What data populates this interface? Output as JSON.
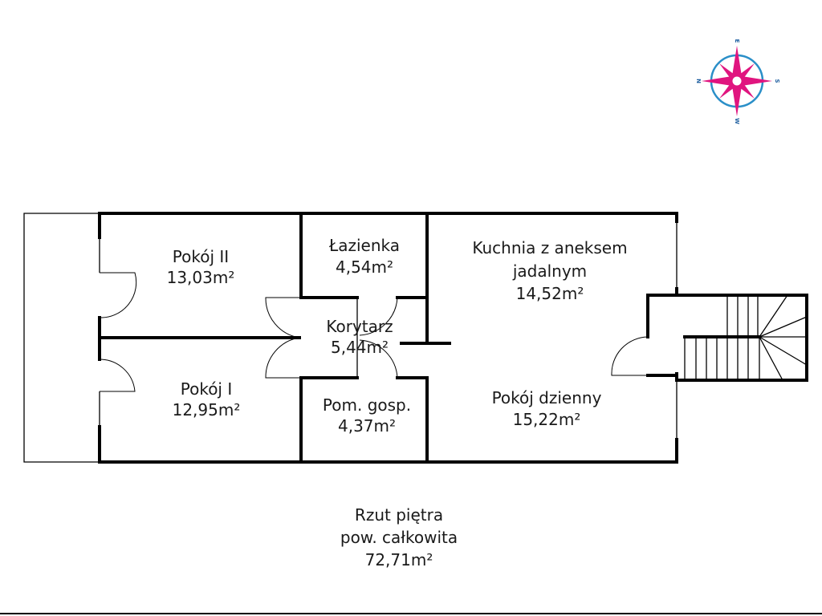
{
  "plan": {
    "title": "Rzut piętra",
    "total_label": "pow. całkowita",
    "total_area": "72,71m²"
  },
  "rooms": [
    {
      "id": "pokoj-2",
      "name": "Pokój II",
      "area": "13,03m²"
    },
    {
      "id": "pokoj-1",
      "name": "Pokój I",
      "area": "12,95m²"
    },
    {
      "id": "lazienka",
      "name": "Łazienka",
      "area": "4,54m²"
    },
    {
      "id": "korytarz",
      "name": "Korytarz",
      "area": "5,44m²"
    },
    {
      "id": "pom-gosp",
      "name": "Pom. gosp.",
      "area": "4,37m²"
    },
    {
      "id": "kuchnia",
      "name_line1": "Kuchnia z aneksem",
      "name_line2": "jadalnym",
      "area": "14,52m²"
    },
    {
      "id": "pokoj-dzienny",
      "name": "Pokój dzienny",
      "area": "15,22m²"
    }
  ],
  "compass": {
    "icon": "compass-rose-icon",
    "letters": {
      "top": "E",
      "right": "S",
      "bottom": "W",
      "left": "N"
    },
    "ring_color": "#2a8fc8",
    "star_color": "#e0157f"
  }
}
